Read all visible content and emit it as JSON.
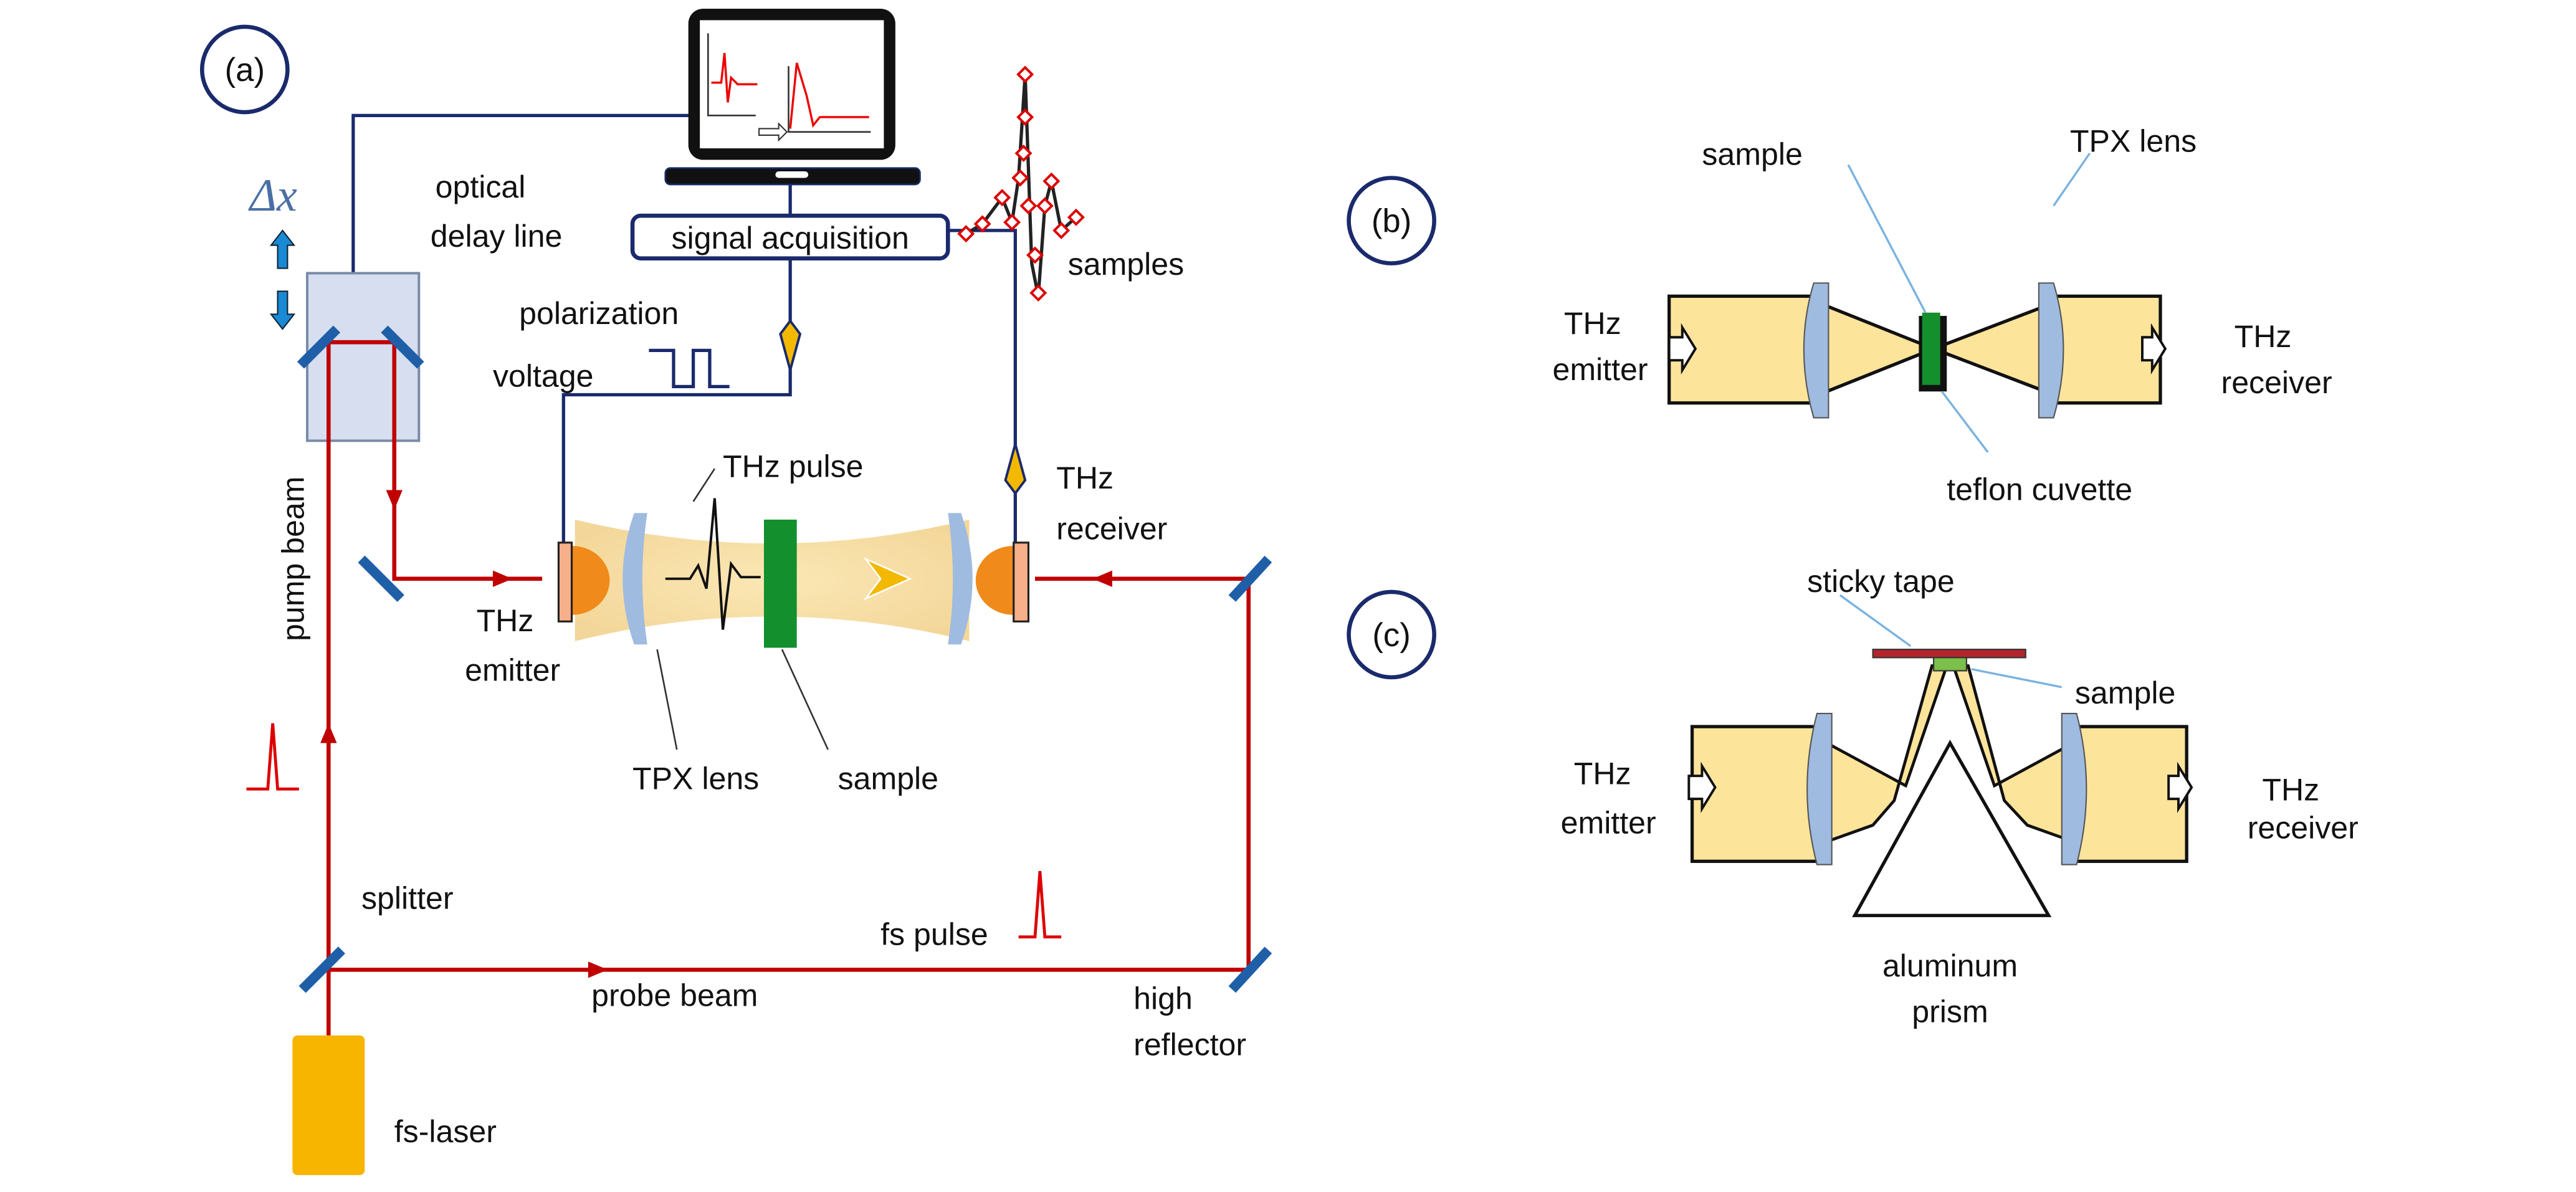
{
  "panel_a": {
    "label": "(a)",
    "delta_x": "Δx",
    "optical_delay_line": [
      "optical",
      "delay line"
    ],
    "signal_acquisition": "signal acquisition",
    "samples": "samples",
    "polarization_voltage": [
      "polarization",
      "voltage"
    ],
    "thz_pulse": "THz pulse",
    "thz_receiver": [
      "THz",
      "receiver"
    ],
    "thz_emitter": [
      "THz",
      "emitter"
    ],
    "pump_beam": "pump beam",
    "tpx_lens": "TPX lens",
    "sample": "sample",
    "splitter": "splitter",
    "fs_pulse": "fs pulse",
    "probe_beam": "probe beam",
    "high_reflector": [
      "high",
      "reflector"
    ],
    "fs_laser": "fs-laser"
  },
  "panel_b": {
    "label": "(b)",
    "sample": "sample",
    "tpx_lens": "TPX lens",
    "thz_emitter": [
      "THz",
      "emitter"
    ],
    "thz_receiver": [
      "THz",
      "receiver"
    ],
    "teflon_cuvette": "teflon cuvette"
  },
  "panel_c": {
    "label": "(c)",
    "sticky_tape": "sticky tape",
    "sample": "sample",
    "thz_emitter": [
      "THz",
      "emitter"
    ],
    "thz_receiver": [
      "THz",
      "receiver"
    ],
    "aluminum_prism": [
      "aluminum",
      "prism"
    ]
  },
  "colors": {
    "beam": "#c00000",
    "wire": "#1a2a6c",
    "thz_beam": "#fde49b",
    "lens": "#9fbbe0",
    "sample": "#138f2e",
    "mirror": "#1f5fa8",
    "laser": "#f7b500"
  }
}
